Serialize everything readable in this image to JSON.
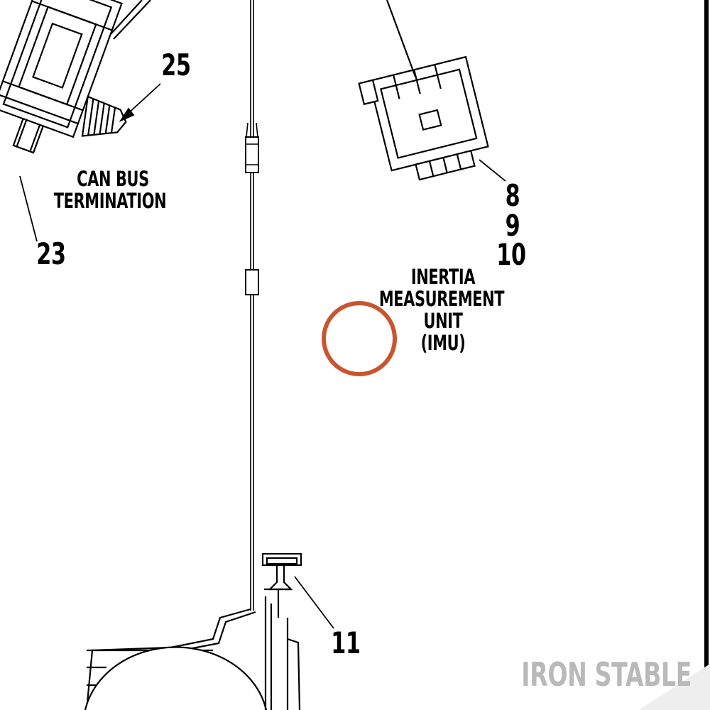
{
  "callouts": {
    "c23": "23",
    "c25": "25",
    "c8": "8",
    "c9": "9",
    "c10": "10",
    "c11": "11"
  },
  "labels": {
    "can_bus_line1": "CAN BUS",
    "can_bus_line2": "TERMINATION",
    "imu_line1": "INERTIA",
    "imu_line2": "MEASUREMENT",
    "imu_line3": "UNIT",
    "imu_line4": "(IMU)"
  },
  "watermark": "IRON STABLE",
  "colors": {
    "highlight_circle": "#c8552f",
    "line": "#000000",
    "watermark": "#b9b9b9"
  }
}
